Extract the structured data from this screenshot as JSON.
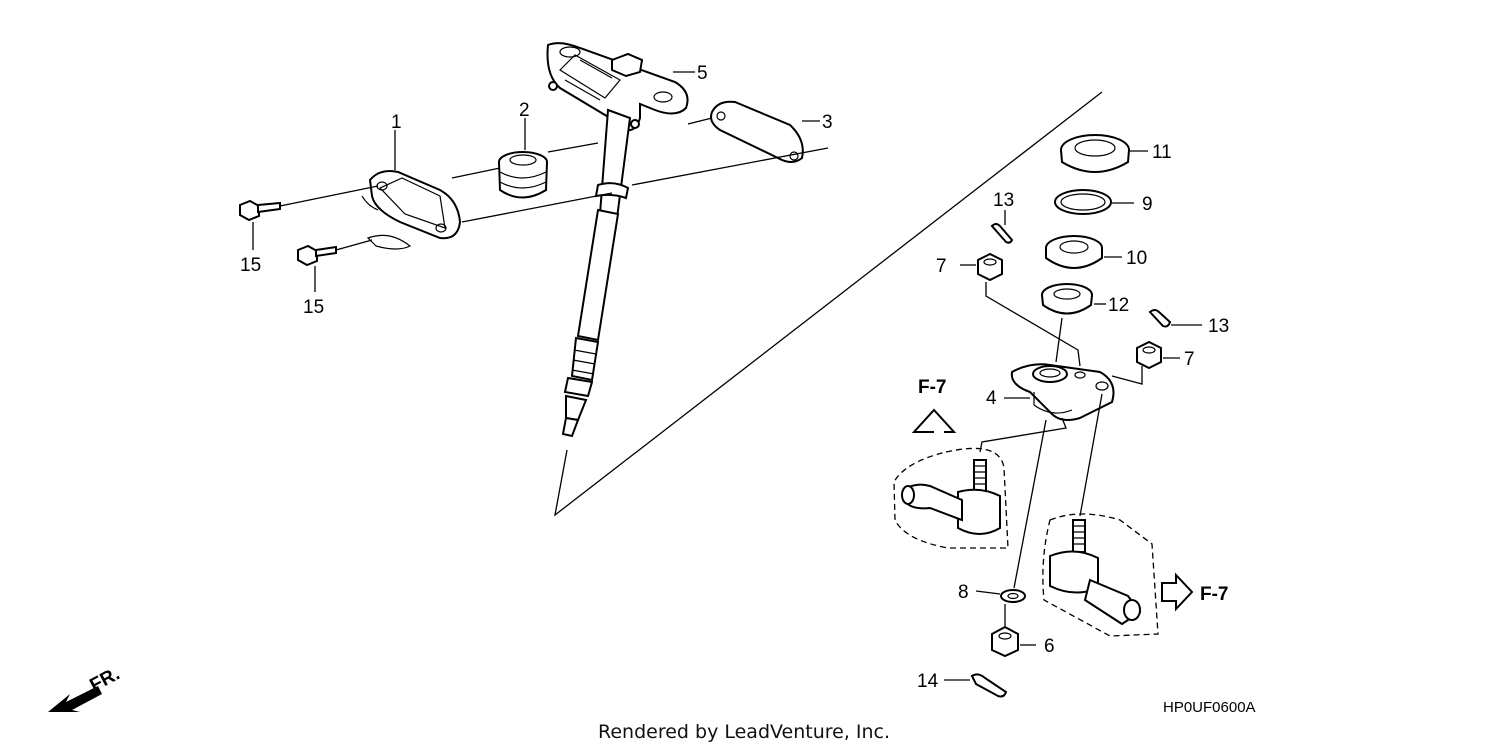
{
  "callouts": {
    "p1": "1",
    "p2": "2",
    "p3": "3",
    "p4": "4",
    "p5": "5",
    "p6": "6",
    "p7a": "7",
    "p7b": "7",
    "p8": "8",
    "p9": "9",
    "p10": "10",
    "p11": "11",
    "p12": "12",
    "p13a": "13",
    "p13b": "13",
    "p14": "14",
    "p15a": "15",
    "p15b": "15"
  },
  "references": {
    "f7_upper": "F-7",
    "f7_right": "F-7"
  },
  "direction_label": "FR.",
  "diagram_code": "HP0UF0600A",
  "credit": "Rendered by LeadVenture, Inc.",
  "colors": {
    "ink": "#000000",
    "background": "#ffffff"
  },
  "icons": [
    "front-direction-arrow-icon",
    "reference-arrow-up-icon",
    "reference-arrow-right-icon"
  ]
}
